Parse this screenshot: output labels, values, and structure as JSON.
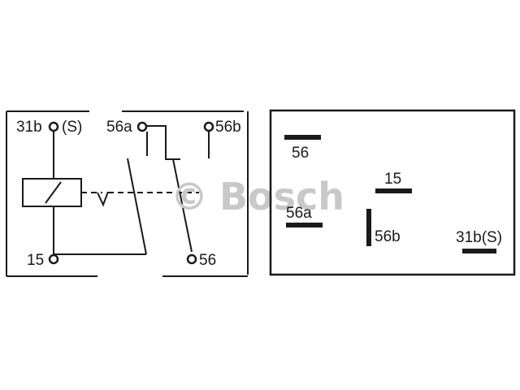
{
  "watermark": {
    "symbol": "©",
    "brand": "Bosch"
  },
  "schematic": {
    "terminals": {
      "t31b": "31b",
      "t31b_suffix": "(S)",
      "t56a": "56a",
      "t56b": "56b",
      "t15": "15",
      "t56": "56"
    }
  },
  "pinout": {
    "pins": {
      "p56": "56",
      "p15": "15",
      "p56a": "56a",
      "p56b": "56b",
      "p31b": "31b(S)"
    }
  },
  "colors": {
    "ink": "#1a1a1a",
    "watermark": "#c8c8c8",
    "background": "#ffffff"
  }
}
